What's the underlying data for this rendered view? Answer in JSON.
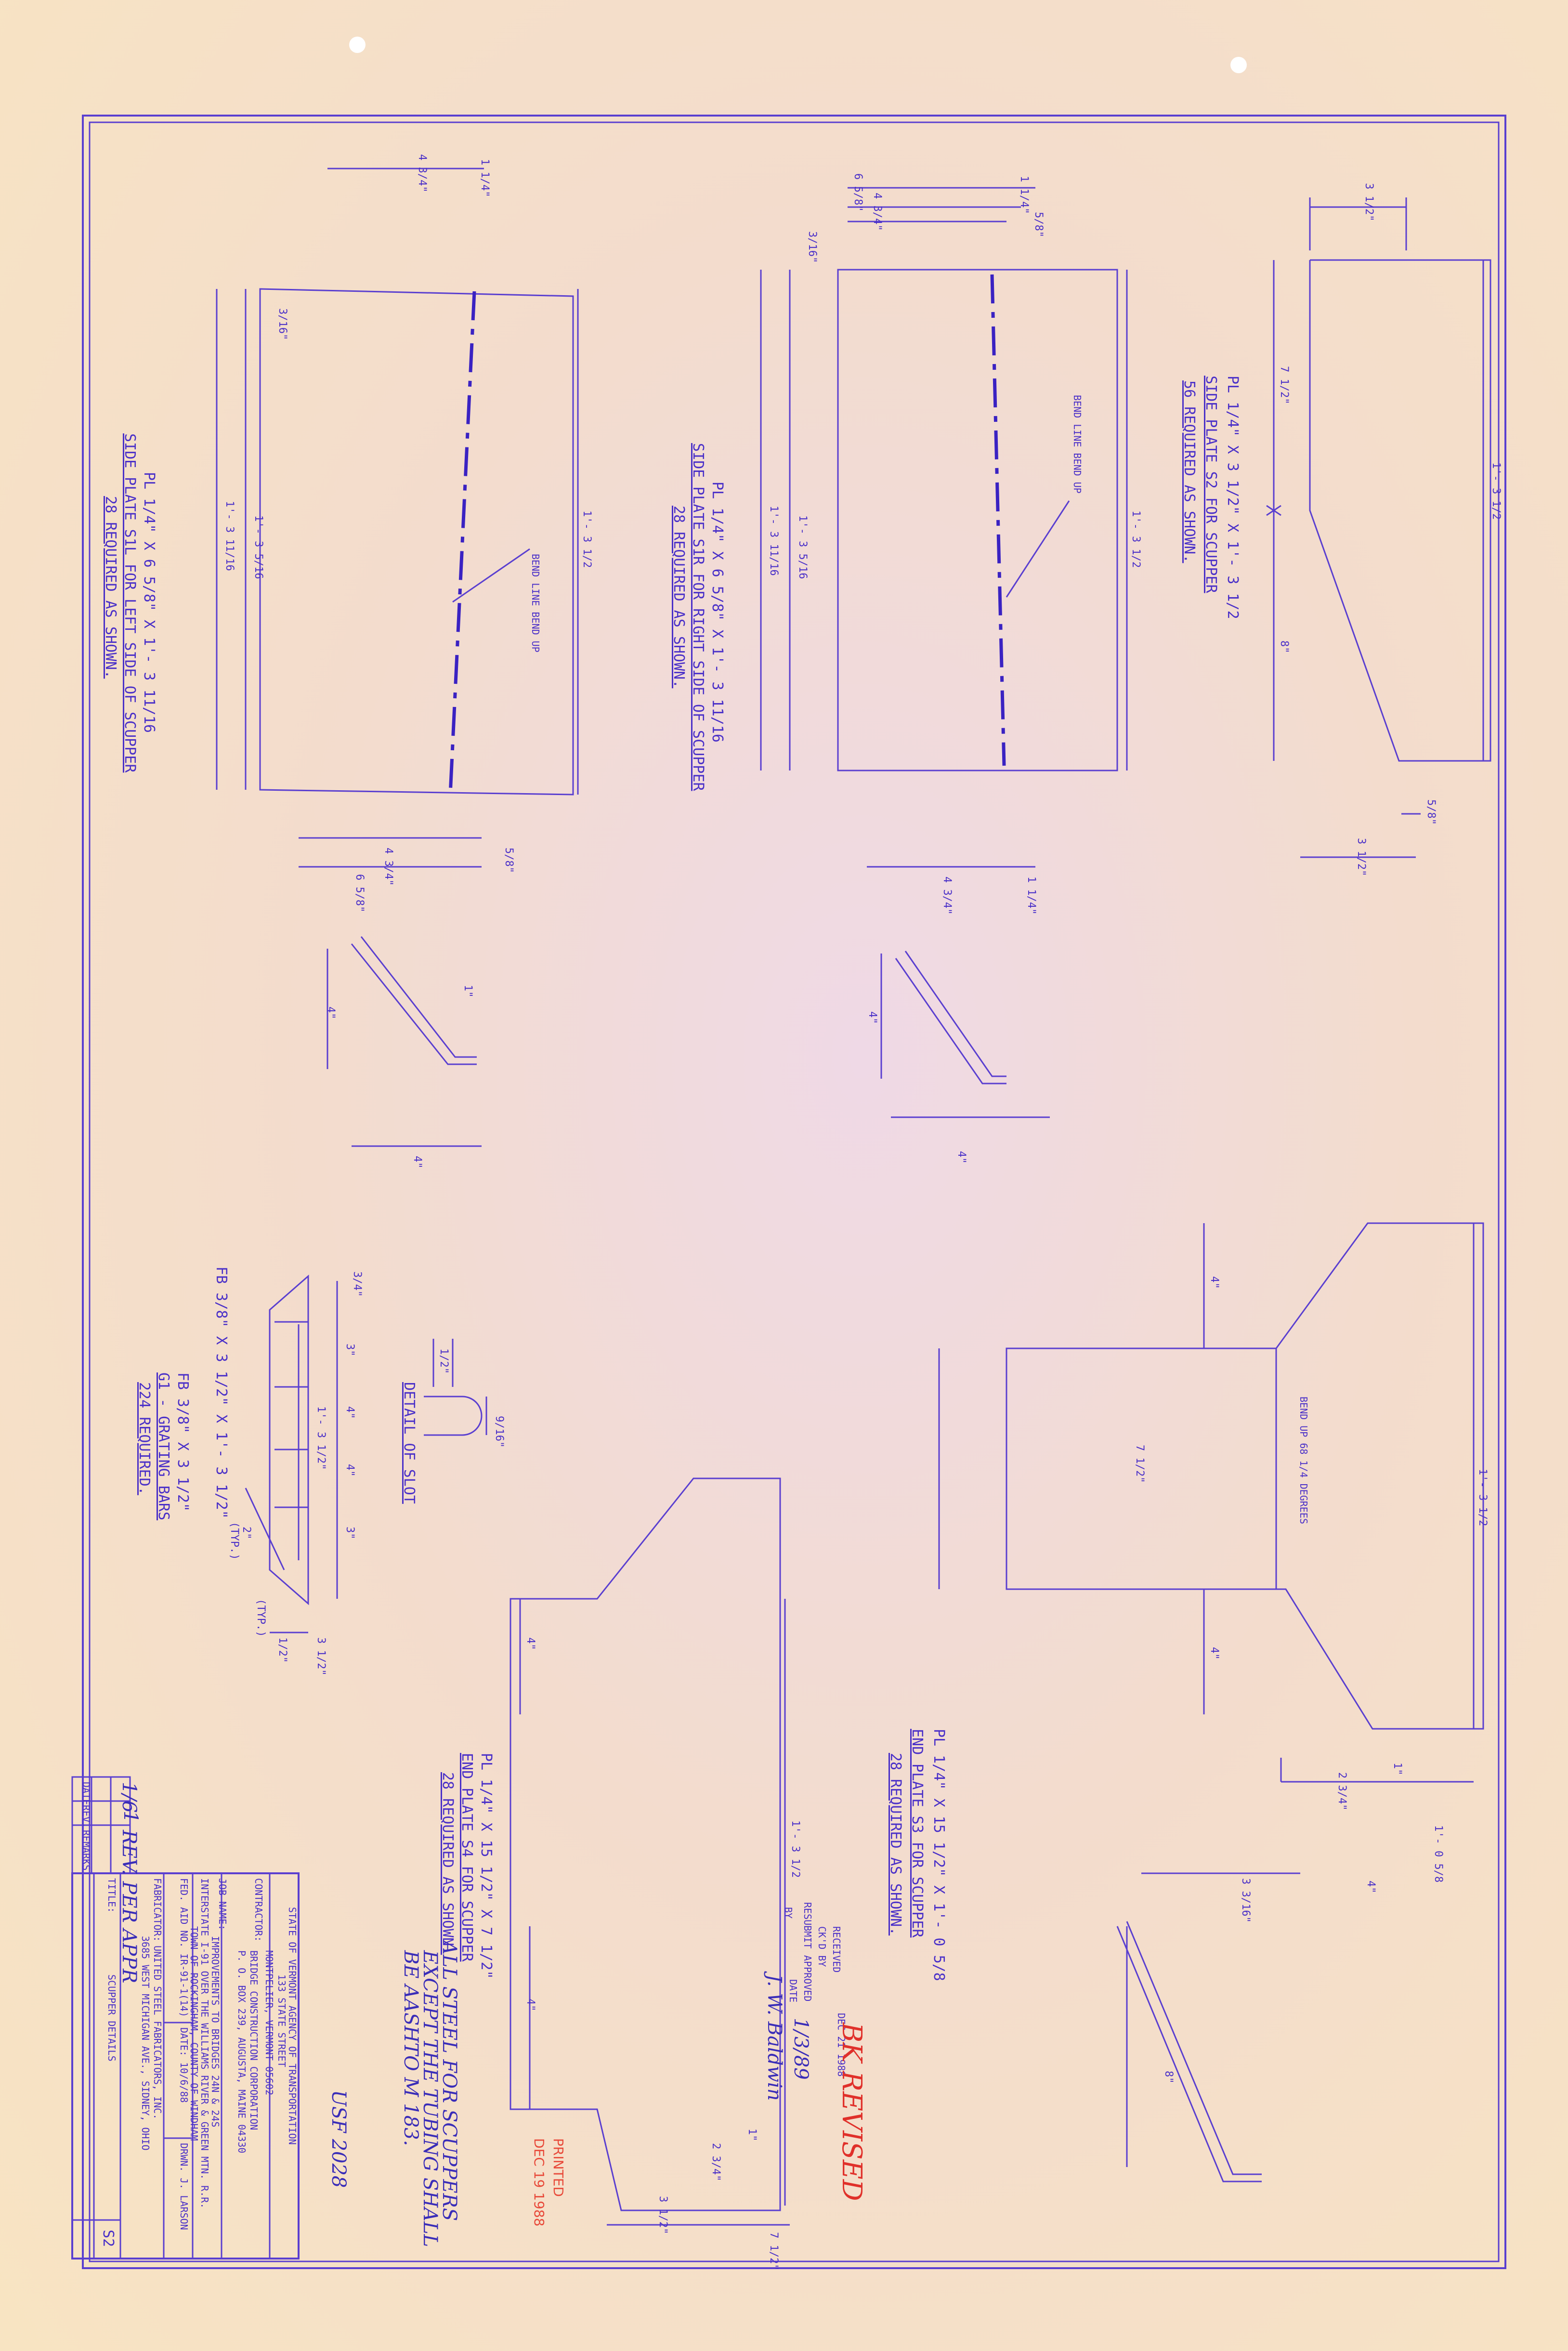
{
  "plates": {
    "s2": {
      "title": "PL 1/4\" X 3 1/2\" X 1'- 3 1/2",
      "desc": "SIDE PLATE S2 FOR SCUPPER",
      "req": "56 REQUIRED AS SHOWN.",
      "dims": {
        "top": "3 1/2\"",
        "len": "1'- 3 1/2",
        "a": "7 1/2\"",
        "b": "8\"",
        "bot": "3 1/2\"",
        "c": "5/8\""
      }
    },
    "s1r": {
      "title": "PL 1/4\" X 6 5/8\" X 1'- 3 11/16",
      "desc": "SIDE PLATE S1R FOR RIGHT SIDE OF SCUPPER",
      "req": "28 REQUIRED AS SHOWN.",
      "bend": "BEND LINE BEND UP",
      "dims": {
        "a": "6 5/8\"",
        "b": "4 3/4\"",
        "c": "1 1/4\"",
        "d": "5/8\"",
        "e": "3/16\"",
        "f": "1'- 3 11/16",
        "g": "1'- 3 5/16",
        "h": "1'- 3 1/2",
        "i": "4\""
      }
    },
    "s1l": {
      "title": "PL 1/4\" X 6 5/8\" X 1'- 3 11/16",
      "desc": "SIDE PLATE S1L FOR LEFT SIDE OF SCUPPER",
      "req": "28 REQUIRED AS SHOWN.",
      "bend": "BEND LINE BEND UP",
      "dims": {
        "a": "6 5/8\"",
        "b": "4 3/4\"",
        "c": "1 1/4\"",
        "d": "5/8\"",
        "e": "3/16\"",
        "f": "1'- 3 11/16",
        "g": "1'- 3 5/16",
        "h": "1'- 3 1/2",
        "i": "4\"",
        "j": "1\""
      }
    },
    "s3": {
      "title": "PL 1/4\" X 15 1/2\" X 1'- 0 5/8",
      "desc": "END PLATE S3 FOR SCUPPER",
      "req": "28 REQUIRED AS SHOWN.",
      "bend": "BEND UP 68 1/4 DEGREES",
      "dims": {
        "a": "1'- 3 1/2",
        "b": "4\"",
        "c": "7 1/2\"",
        "d": "1'- 0 5/8",
        "e": "2 3/4\"",
        "f": "1\"",
        "g": "3 3/16\"",
        "h": "8\""
      }
    },
    "s4": {
      "title": "PL 1/4\" X 15 1/2\" X 7 1/2\"",
      "desc": "END PLATE S4 FOR SCUPPER",
      "req": "28 REQUIRED AS SHOWN.",
      "dims": {
        "a": "1'- 3 1/2",
        "b": "4\"",
        "c": "3 1/2\"",
        "d": "7 1/2\"",
        "e": "2 3/4\"",
        "f": "1\""
      }
    },
    "g1": {
      "fb1": "FB 3/8\" X 3 1/2\" X 1'- 3 1/2\"",
      "fb2": "FB 3/8\" X 3 1/2\"",
      "desc": "G1 - GRATING BARS",
      "req": "224 REQUIRED.",
      "dims": {
        "a": "3/4\"",
        "b": "3\"",
        "c": "4\"",
        "d": "4\"",
        "e": "3\"",
        "f": "1'- 3 1/2\"",
        "g": "2\"",
        "h": "(TYP.)",
        "i": "1/2\"",
        "j": "3 1/2\""
      }
    },
    "slot": {
      "title": "DETAIL OF SLOT",
      "a": "1/2\"",
      "b": "9/16\""
    }
  },
  "note": {
    "l1": "ALL STEEL FOR SCUPPERS",
    "l2": "EXCEPT THE TUBING SHALL",
    "l3": "BE AASHTO M 183."
  },
  "stamp": {
    "date_rec": "DEC 21 1988",
    "received": "RECEIVED",
    "ckd": "CK'D BY",
    "approved": "APPROVED",
    "resubmit": "RESUBMIT",
    "date": "DATE",
    "by": "BY",
    "rev": "BK REVISED",
    "handdate": "1/3/89",
    "sig": "J. W. Baldwin",
    "printed": "PRINTED",
    "printed_date": "DEC 19 1988",
    "job": "USF 2028"
  },
  "titleblock": {
    "agency": "STATE OF VERMONT AGENCY OF TRANSPORTATION",
    "street": "133 STATE STREET",
    "city": "MONTPELIER, VERMONT 05602",
    "contractor_label": "CONTRACTOR:",
    "contractor": "BRIDGE CONSTRUCTION CORPORATION",
    "contractor_addr": "P. O. BOX 239, AUGUSTA, MAINE 04330",
    "job_label": "JOB NAME:",
    "job1": "IMPROVEMENTS TO BRIDGES 24N & 24S",
    "job2": "INTERSTATE I-91 OVER THE WILLIAMS RIVER & GREEN MTN. R.R.",
    "job3": "TOWN OF ROCKINGHAM, COUNTY OF WINDHAM",
    "fed": "FED. AID NO. IR-91-1(14)",
    "date": "DATE: 10/6/88",
    "drwn": "DRWN. J. LARSON",
    "fab": "FABRICATOR:",
    "fab_name": "UNITED STEEL FABRICATORS, INC.",
    "fab_addr": "3685 WEST MICHIGAN AVE., SIDNEY, OHIO",
    "title_label": "TITLE:",
    "title": "SCUPPER DETAILS",
    "sheet": "S2",
    "rev_num": "1",
    "rev_date": "1/6",
    "rev_remark": "REV. PER APPR",
    "h_date": "DATE",
    "h_rev": "REV.",
    "h_remarks": "REMARKS"
  }
}
